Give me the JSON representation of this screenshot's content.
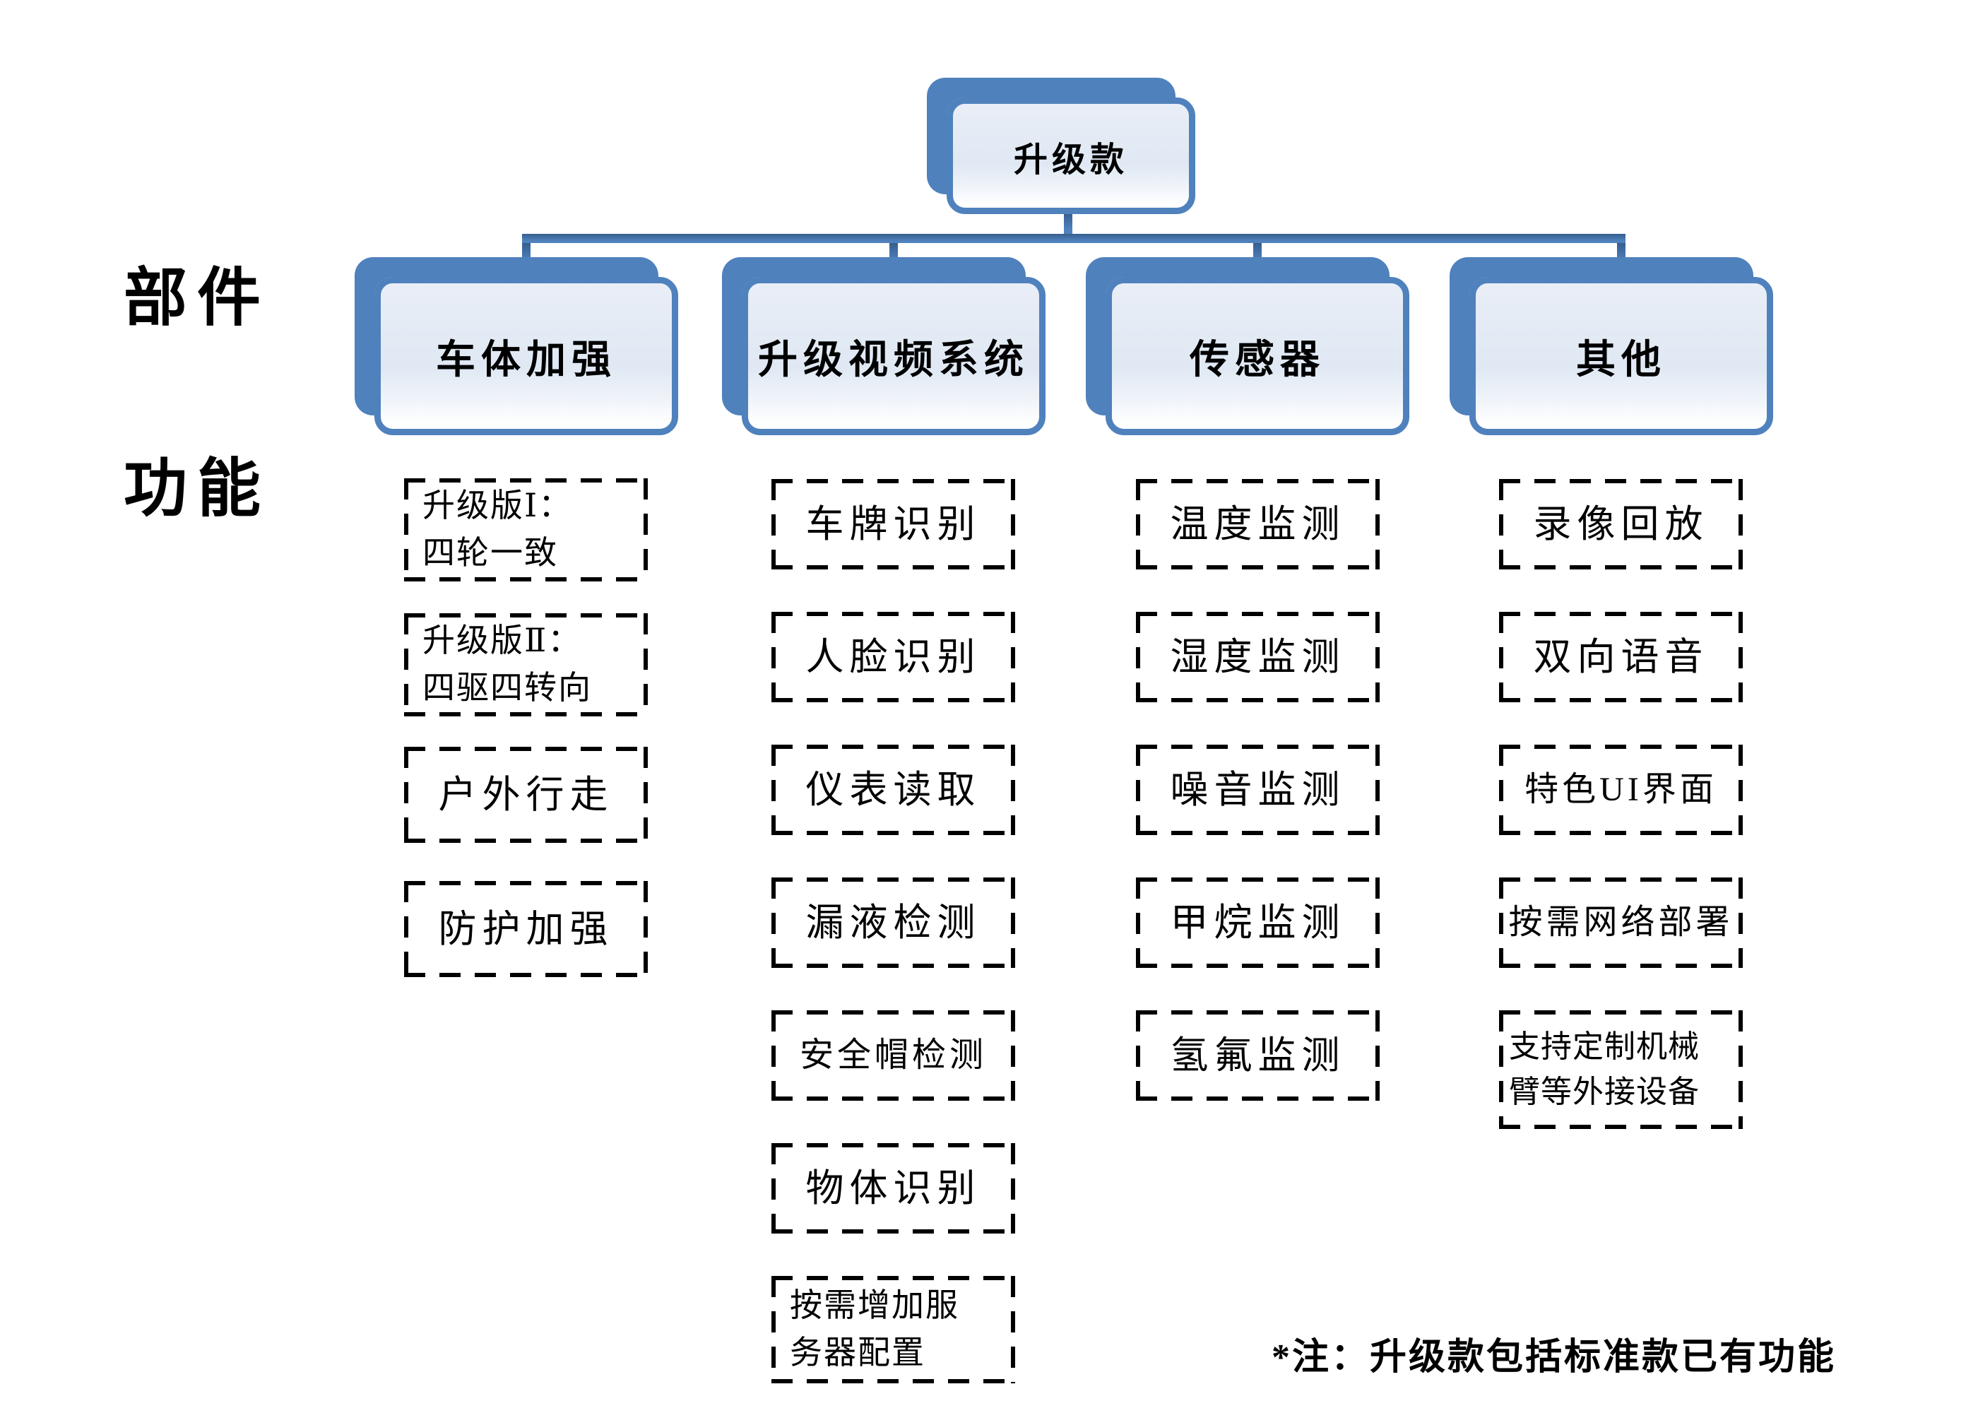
{
  "root": {
    "label": "升级款"
  },
  "labels": {
    "components": "部件",
    "functions": "功能"
  },
  "columns": [
    {
      "header": "车体加强",
      "items": [
        "升级版Ⅰ：\n四轮一致",
        "升级版Ⅱ：\n四驱四转向",
        "户外行走",
        "防护加强"
      ]
    },
    {
      "header": "升级视频系统",
      "items": [
        "车牌识别",
        "人脸识别",
        "仪表读取",
        "漏液检测",
        "安全帽检测",
        "物体识别",
        "按需增加服\n务器配置"
      ]
    },
    {
      "header": "传感器",
      "items": [
        "温度监测",
        "湿度监测",
        "噪音监测",
        "甲烷监测",
        "氢氟监测"
      ]
    },
    {
      "header": "其他",
      "items": [
        "录像回放",
        "双向语音",
        "特色UI界面",
        "按需网络部署",
        "支持定制机械\n臂等外接设备"
      ]
    }
  ],
  "note": "*注：升级款包括标准款已有功能",
  "colors": {
    "accent": "#4f81bd",
    "accent_dark": "#365f8e",
    "node_fill_light": "#e3eaf5",
    "dash": "#000000",
    "text": "#000000",
    "background": "#ffffff"
  }
}
